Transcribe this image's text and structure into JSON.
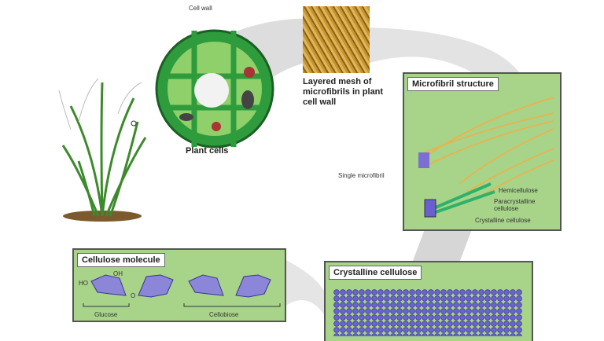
{
  "labels": {
    "cell_wall": "Cell wall",
    "plant_cells": "Plant cells",
    "layered_mesh": "Layered mesh of microfibrils in plant cell wall",
    "single_microfibril": "Single microfibril",
    "hemicellulose": "Hemicellulose",
    "paracrystalline": "Paracrystalline cellulose",
    "crystalline_label": "Crystalline cellulose",
    "glucose": "Glucose",
    "cellobiose": "Cellobiose"
  },
  "panels": {
    "microfibril": "Microfibril structure",
    "cellulose_molecule": "Cellulose molecule",
    "crystalline": "Crystalline cellulose"
  },
  "molecule": {
    "ho": "HO",
    "oh": "OH",
    "o": "O"
  }
}
